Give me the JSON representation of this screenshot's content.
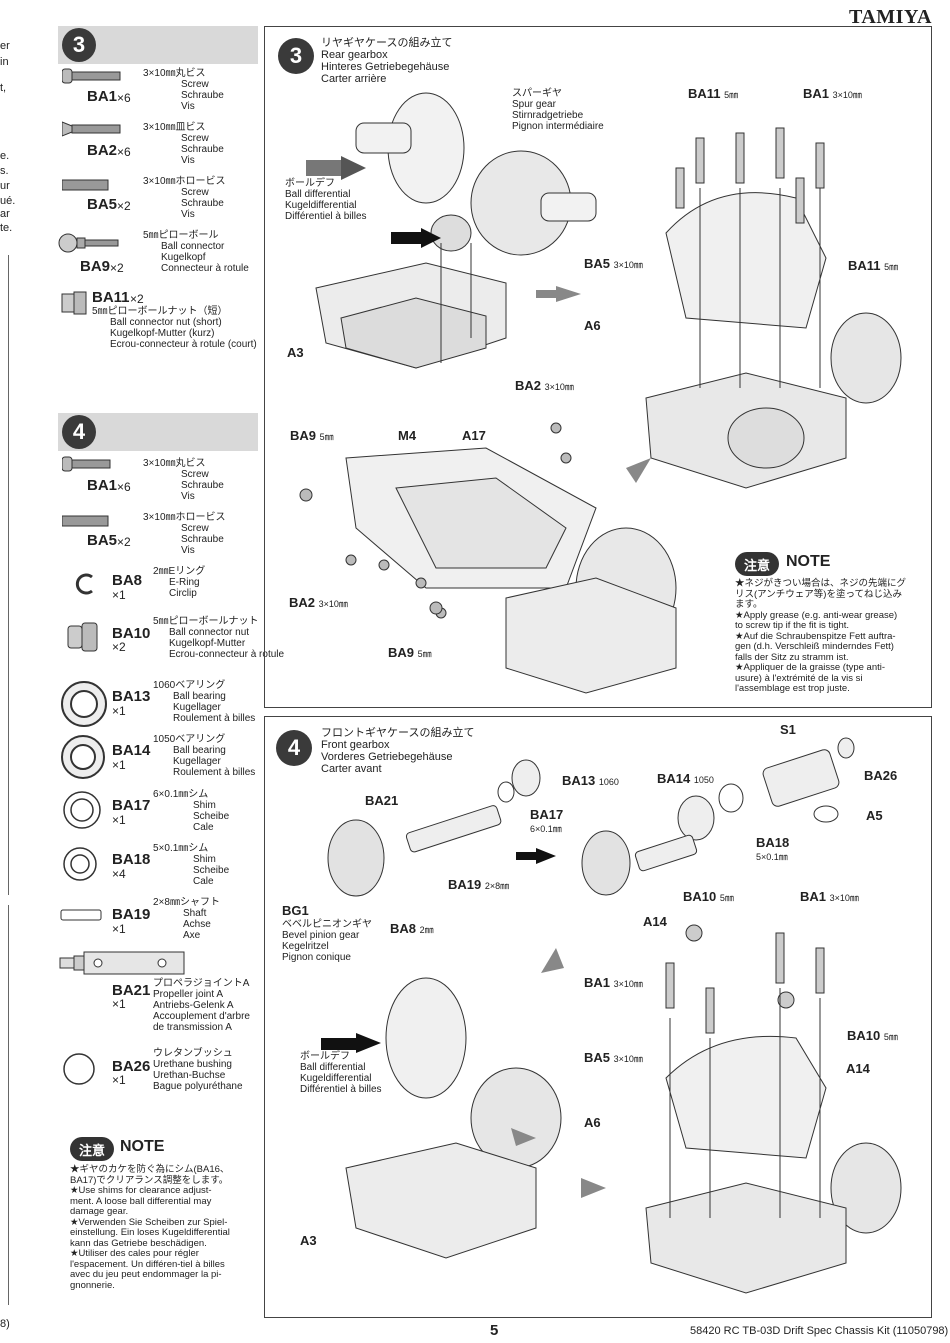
{
  "brand": "TAMIYA",
  "edge_text": [
    "er",
    "in",
    "t,",
    "e.",
    "s.",
    "ur",
    "ué.",
    "ar",
    "te.",
    "8)"
  ],
  "parts3": {
    "step": "3",
    "items": [
      {
        "code": "BA1",
        "qty": "×6",
        "lines": [
          "3×10㎜丸ビス",
          "Screw",
          "Schraube",
          "Vis"
        ]
      },
      {
        "code": "BA2",
        "qty": "×6",
        "lines": [
          "3×10㎜皿ビス",
          "Screw",
          "Schraube",
          "Vis"
        ]
      },
      {
        "code": "BA5",
        "qty": "×2",
        "lines": [
          "3×10㎜ホロービス",
          "Screw",
          "Schraube",
          "Vis"
        ]
      },
      {
        "code": "BA9",
        "qty": "×2",
        "lines": [
          "5㎜ピローボール",
          "Ball connector",
          "Kugelkopf",
          "Connecteur à rotule"
        ]
      },
      {
        "code": "BA11",
        "qty": "×2",
        "lines": [
          "5㎜ピローボールナット（短）",
          "Ball connector nut (short)",
          "Kugelkopf-Mutter (kurz)",
          "Ecrou-connecteur à rotule (court)"
        ]
      }
    ]
  },
  "parts4": {
    "step": "4",
    "items": [
      {
        "code": "BA1",
        "qty": "×6",
        "lines": [
          "3×10㎜丸ビス",
          "Screw",
          "Schraube",
          "Vis"
        ]
      },
      {
        "code": "BA5",
        "qty": "×2",
        "lines": [
          "3×10㎜ホロービス",
          "Screw",
          "Schraube",
          "Vis"
        ]
      },
      {
        "code": "BA8",
        "qty": "×1",
        "lines": [
          "2㎜Eリング",
          "E-Ring",
          "Circlip"
        ]
      },
      {
        "code": "BA10",
        "qty": "×2",
        "lines": [
          "5㎜ピローボールナット",
          "Ball connector nut",
          "Kugelkopf-Mutter",
          "Ecrou-connecteur à rotule"
        ]
      },
      {
        "code": "BA13",
        "qty": "×1",
        "lines": [
          "1060ベアリング",
          "Ball bearing",
          "Kugellager",
          "Roulement à billes"
        ]
      },
      {
        "code": "BA14",
        "qty": "×1",
        "lines": [
          "1050ベアリング",
          "Ball bearing",
          "Kugellager",
          "Roulement à billes"
        ]
      },
      {
        "code": "BA17",
        "qty": "×1",
        "lines": [
          "6×0.1㎜シム",
          "Shim",
          "Scheibe",
          "Cale"
        ]
      },
      {
        "code": "BA18",
        "qty": "×4",
        "lines": [
          "5×0.1㎜シム",
          "Shim",
          "Scheibe",
          "Cale"
        ]
      },
      {
        "code": "BA19",
        "qty": "×1",
        "lines": [
          "2×8㎜シャフト",
          "Shaft",
          "Achse",
          "Axe"
        ]
      },
      {
        "code": "BA21",
        "qty": "×1",
        "lines": [
          "プロペラジョイントA",
          "Propeller joint A",
          "Antriebs-Gelenk A",
          "Accouplement d'arbre",
          "de transmission A"
        ]
      },
      {
        "code": "BA26",
        "qty": "×1",
        "lines": [
          "ウレタンブッシュ",
          "Urethane bushing",
          "Urethan-Buchse",
          "Bague polyuréthane"
        ]
      }
    ],
    "note": {
      "badge": "注意",
      "title": "NOTE",
      "lines": [
        "★ギヤのカケを防ぐ為にシム(BA16、",
        "BA17)でクリアランス調整をします。",
        "★Use shims for clearance adjust-",
        "ment. A loose ball differential may",
        "damage gear.",
        "★Verwenden Sie Scheiben zur Spiel-",
        "einstellung. Ein loses Kugeldifferential",
        "kann das Getriebe beschädigen.",
        "★Utiliser des cales pour régler",
        "l'espacement. Un différen-tiel à billes",
        "avec du jeu peut endommager la pi-",
        "gnonnerie."
      ]
    }
  },
  "step3": {
    "num": "3",
    "title": [
      "リヤギヤケースの組み立て",
      "Rear gearbox",
      "Hinteres Getriebegehäuse",
      "Carter arrière"
    ],
    "spur": [
      "スパーギヤ",
      "Spur gear",
      "Stirnradgetriebe",
      "Pignon intermédiaire"
    ],
    "balldiff": [
      "ボールデフ",
      "Ball differential",
      "Kugeldifferential",
      "Différentiel à billes"
    ],
    "labels": {
      "a3": "A3",
      "a6": "A6",
      "ba11": "BA11",
      "ba11sub": "5㎜",
      "ba1": "BA1",
      "ba1sub": "3×10㎜",
      "ba5": "BA5",
      "ba5sub": "3×10㎜",
      "ba11b": "BA11",
      "ba11bsub": "5㎜",
      "ba2": "BA2",
      "ba2sub": "3×10㎜",
      "ba9": "BA9",
      "ba9sub": "5㎜",
      "m4": "M4",
      "a17": "A17",
      "ba2b": "BA2",
      "ba2bsub": "3×10㎜",
      "ba9b": "BA9",
      "ba9bsub": "5㎜"
    },
    "note": {
      "badge": "注意",
      "title": "NOTE",
      "lines": [
        "★ネジがきつい場合は、ネジの先端にグ",
        "リス(アンチウェア等)を塗ってねじ込み",
        "ます。",
        "★Apply grease (e.g. anti-wear grease)",
        "to screw tip if the fit is tight.",
        "★Auf die Schraubenspitze Fett auftra-",
        "gen (d.h. Verschleiß minderndes Fett)",
        "falls der Sitz zu stramm ist.",
        "★Appliquer de la graisse (type anti-",
        "usure) à l'extrémité de la vis si",
        "l'assemblage est trop juste."
      ]
    }
  },
  "step4": {
    "num": "4",
    "title": [
      "フロントギヤケースの組み立て",
      "Front gearbox",
      "Vorderes Getriebegehäuse",
      "Carter avant"
    ],
    "bevel": [
      "ベベルピニオンギヤ",
      "Bevel pinion gear",
      "Kegelritzel",
      "Pignon conique"
    ],
    "balldiff": [
      "ボールデフ",
      "Ball differential",
      "Kugeldifferential",
      "Différentiel à billes"
    ],
    "labels": {
      "s1": "S1",
      "ba26": "BA26",
      "a5": "A5",
      "ba13": "BA13",
      "ba13sub": "1060",
      "ba14": "BA14",
      "ba14sub": "1050",
      "ba18": "BA18",
      "ba18sub": "5×0.1㎜",
      "ba21": "BA21",
      "ba17": "BA17",
      "ba17sub": "6×0.1㎜",
      "ba19": "BA19",
      "ba19sub": "2×8㎜",
      "bg1": "BG1",
      "ba8": "BA8",
      "ba8sub": "2㎜",
      "ba10": "BA10",
      "ba10sub": "5㎜",
      "ba1": "BA1",
      "ba1sub": "3×10㎜",
      "a14": "A14",
      "ba1b": "BA1",
      "ba1bsub": "3×10㎜",
      "ba10b": "BA10",
      "ba10bsub": "5㎜",
      "a14b": "A14",
      "ba5": "BA5",
      "ba5sub": "3×10㎜",
      "a6": "A6",
      "a3": "A3"
    }
  },
  "page_number": "5",
  "footer": "58420 RC TB-03D Drift Spec Chassis Kit (11050798)"
}
